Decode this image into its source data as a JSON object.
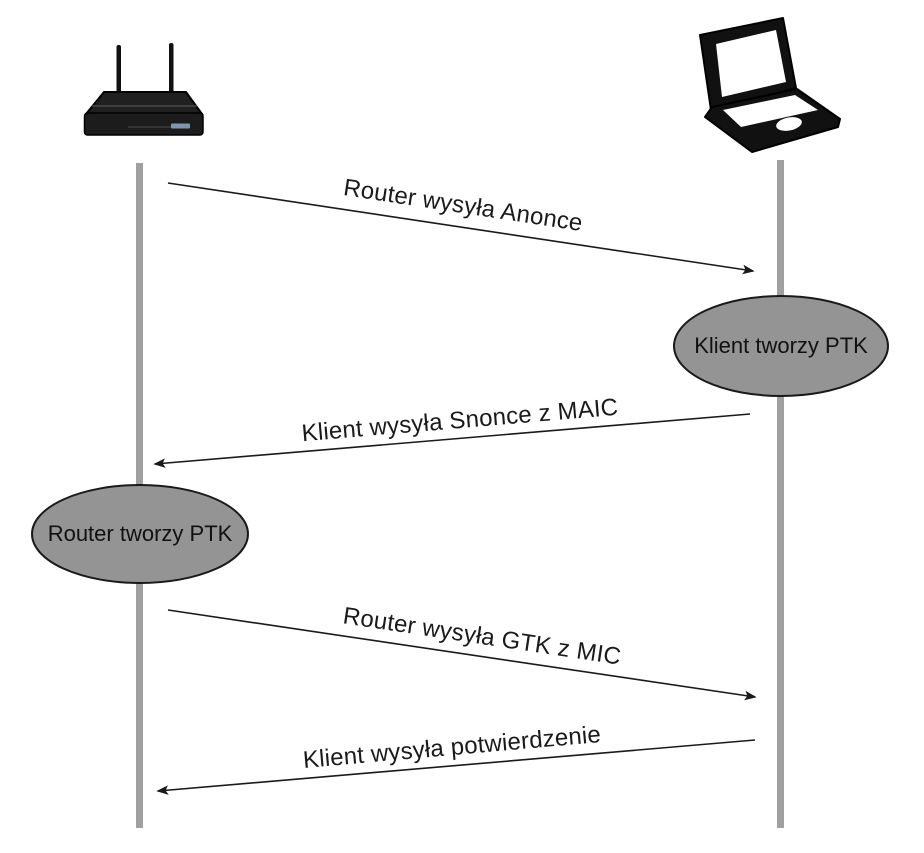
{
  "diagram_type": "sequence-diagram",
  "actors": {
    "left": {
      "icon": "router-icon",
      "name": "router"
    },
    "right": {
      "icon": "laptop-icon",
      "name": "client"
    }
  },
  "messages": [
    {
      "label": "Router wysyła Anonce",
      "from": "router",
      "to": "client",
      "direction": "right"
    },
    {
      "label": "Klient wysyła Snonce z MAIC",
      "from": "client",
      "to": "router",
      "direction": "left"
    },
    {
      "label": "Router wysyła GTK z MIC",
      "from": "router",
      "to": "client",
      "direction": "right"
    },
    {
      "label": "Klient wysyła potwierdzenie",
      "from": "client",
      "to": "router",
      "direction": "left"
    }
  ],
  "notes": [
    {
      "label": "Klient tworzy PTK",
      "lifeline": "client"
    },
    {
      "label": "Router tworzy PTK",
      "lifeline": "router"
    }
  ],
  "colors": {
    "background": "#ffffff",
    "lifeline": "#a0a0a0",
    "arrow": "#1a1a1a",
    "text": "#1a1a1a",
    "note_fill": "#949494",
    "note_stroke": "#1a1a1a",
    "icon_fill": "#111111",
    "router_led": "#7e97ad"
  }
}
